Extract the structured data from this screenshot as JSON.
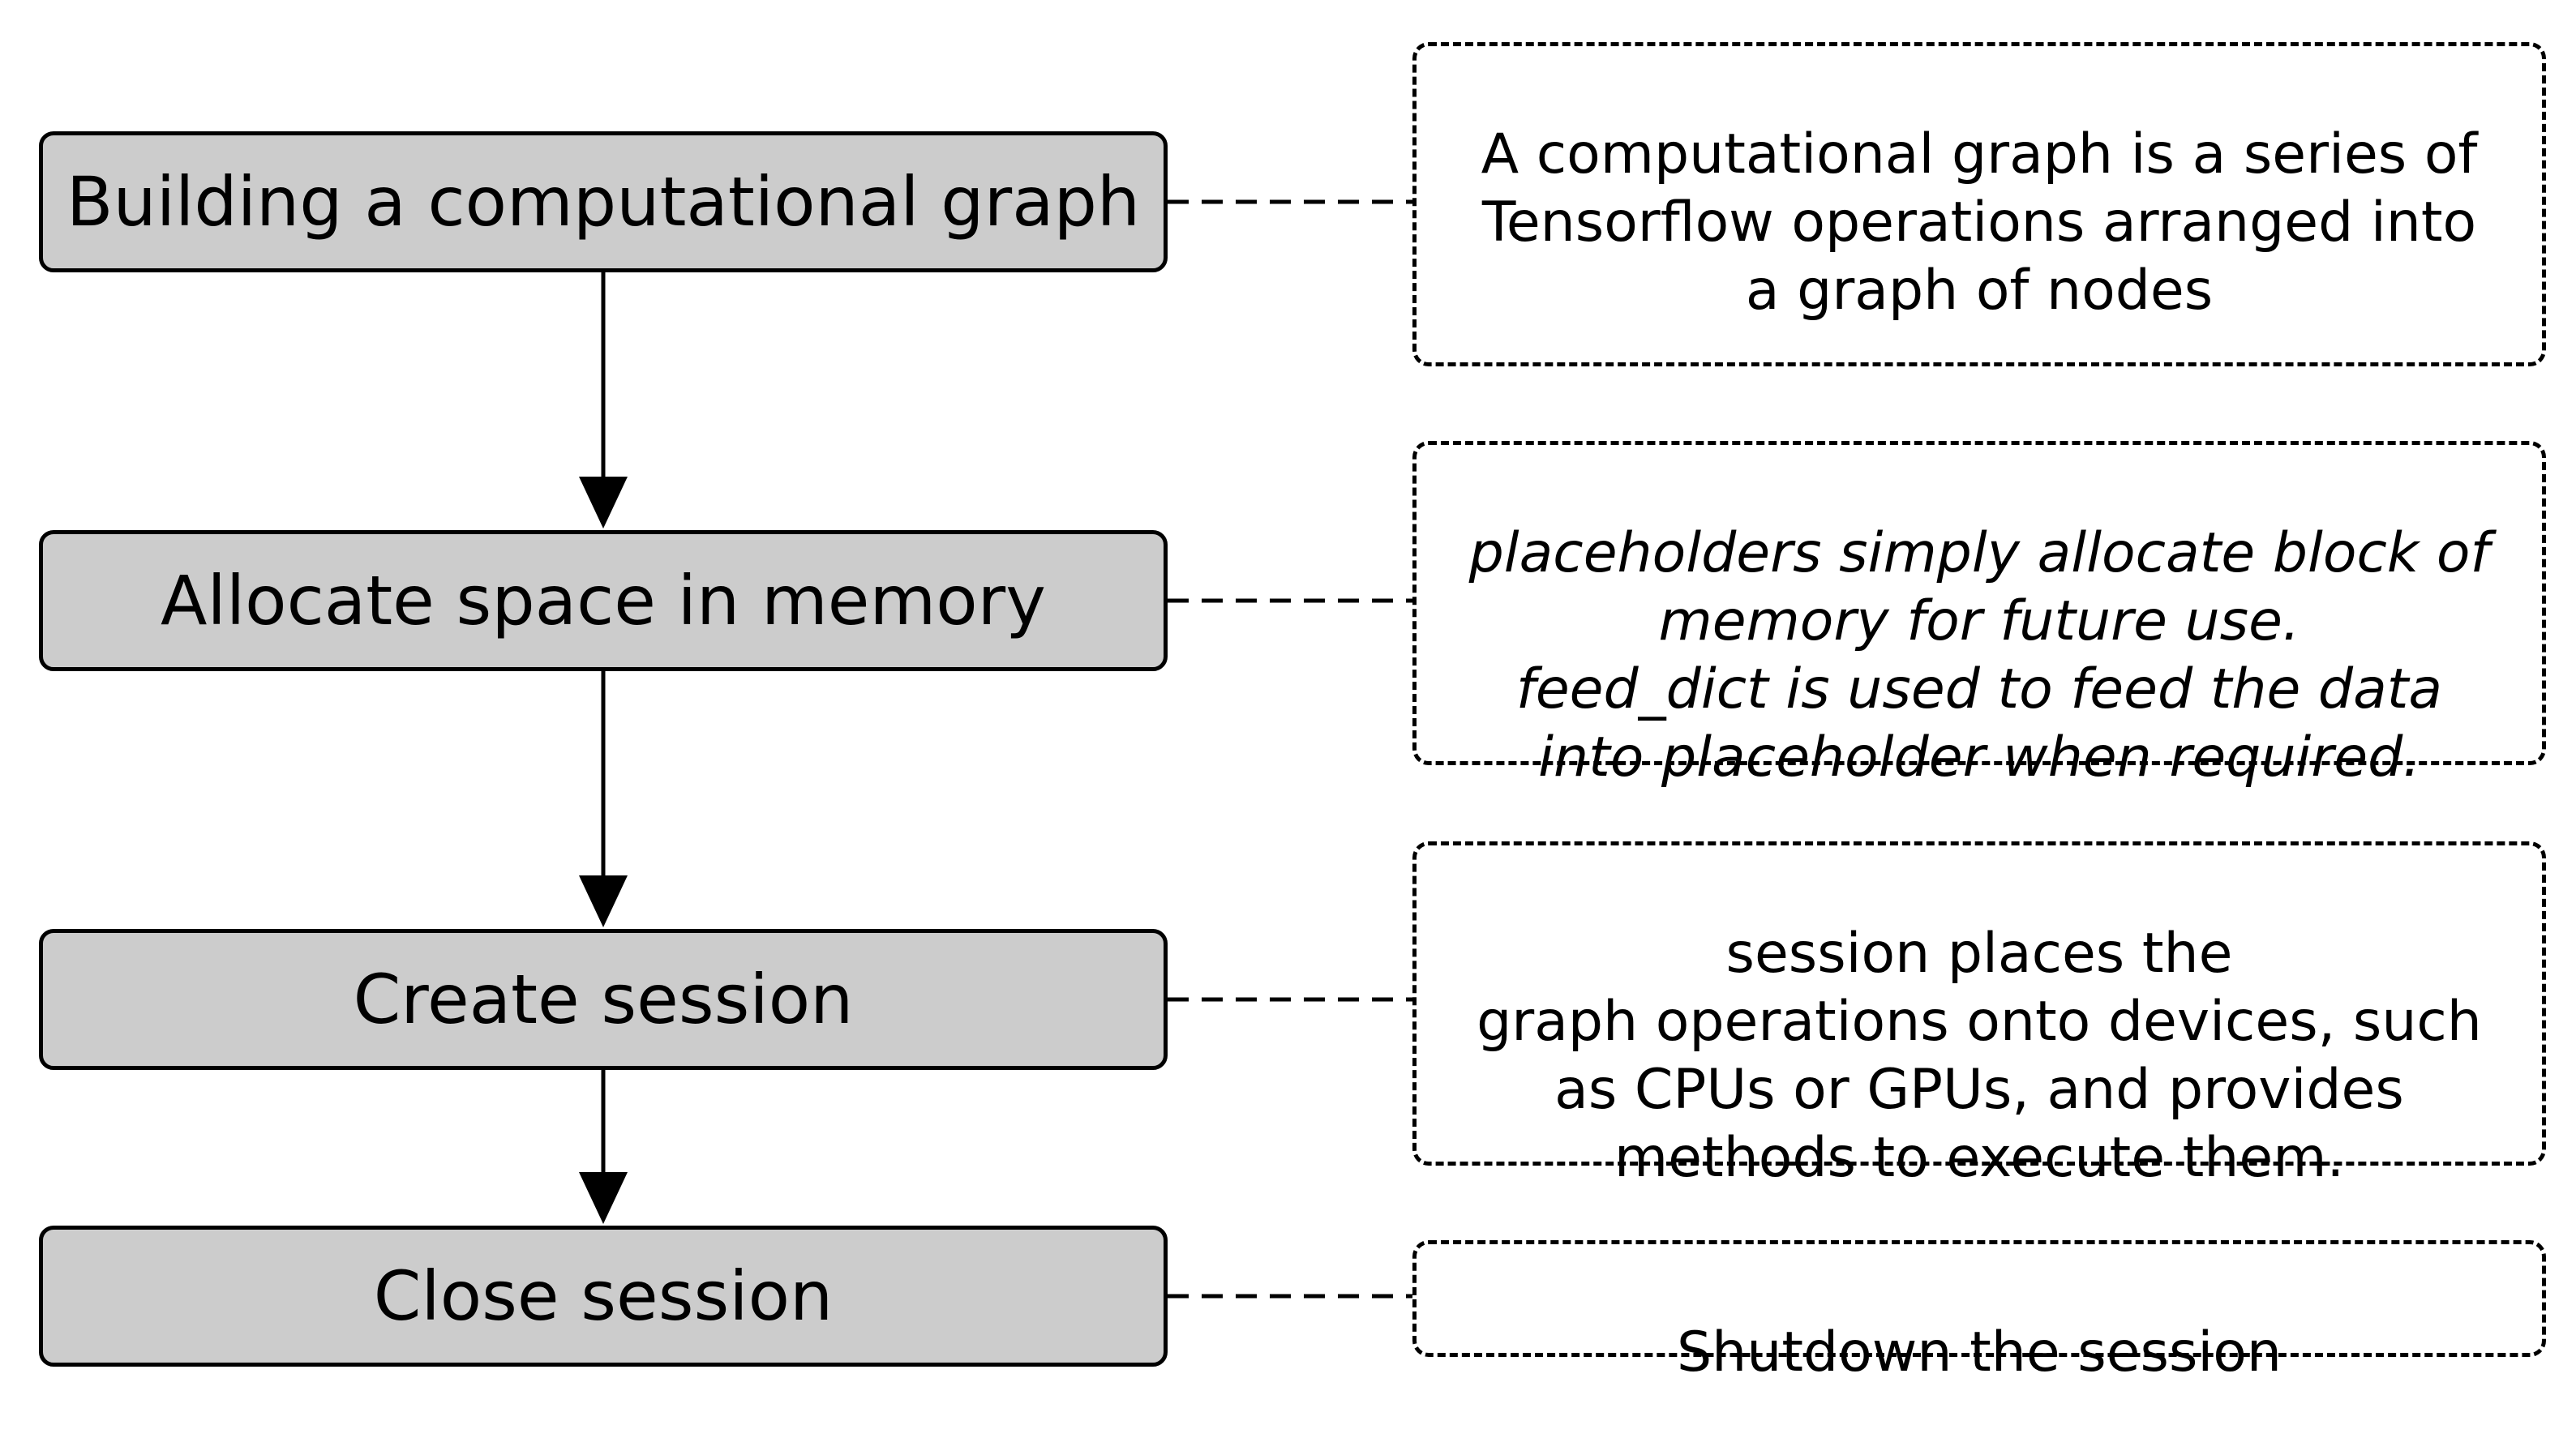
{
  "steps": [
    {
      "label": "Building a computational graph"
    },
    {
      "label": "Allocate space in memory"
    },
    {
      "label": "Create session"
    },
    {
      "label": "Close session"
    }
  ],
  "notes": [
    {
      "text": "A computational graph is a series of\nTensorflow operations arranged into\na graph of nodes"
    },
    {
      "text": "placeholders simply allocate block of\nmemory for future use.\nfeed_dict is used to feed the data\ninto placeholder when required."
    },
    {
      "text": "session places the\ngraph operations onto devices, such\nas CPUs or GPUs, and provides\nmethods to execute them."
    },
    {
      "text": "Shutdown the session"
    }
  ],
  "colors": {
    "step_fill": "#cccccc",
    "stroke": "#000000",
    "background": "#ffffff"
  }
}
